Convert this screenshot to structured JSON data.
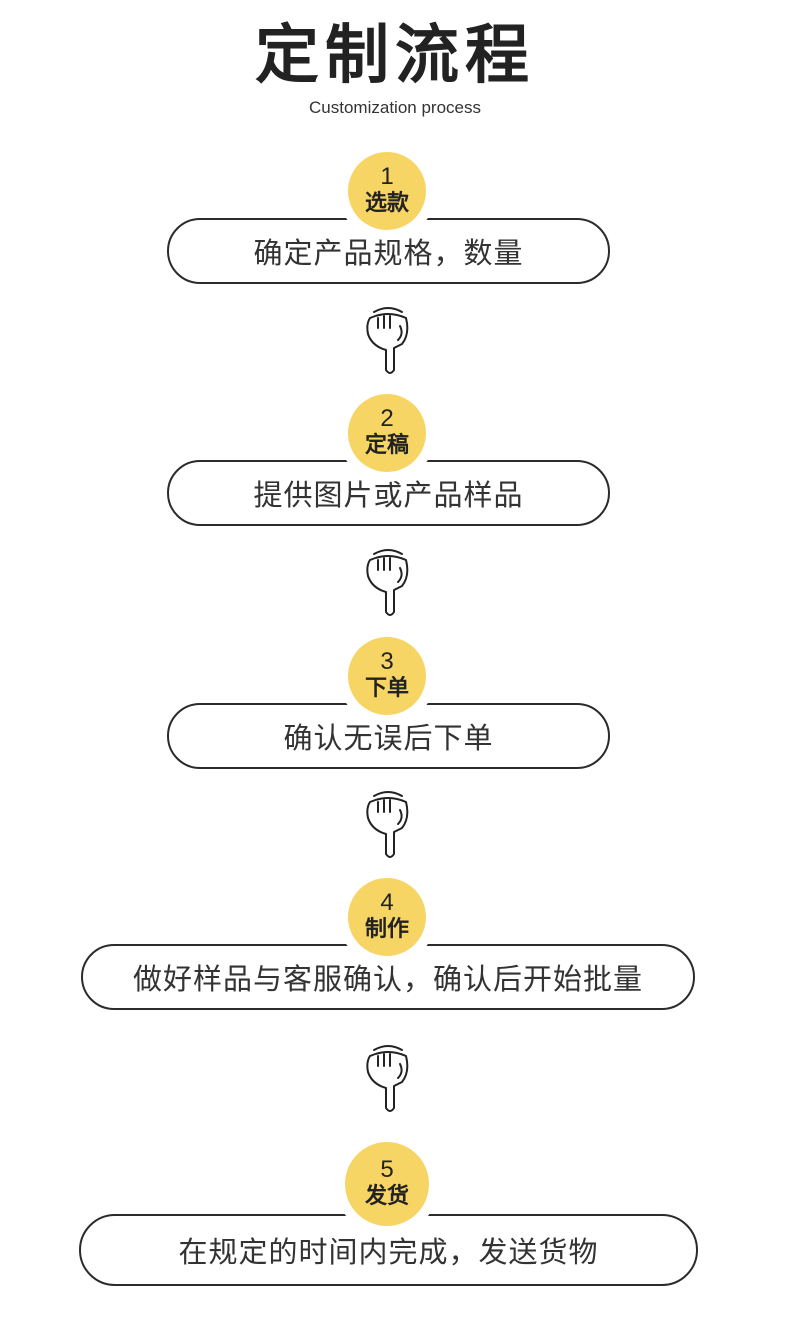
{
  "header": {
    "title": "定制流程",
    "subtitle": "Customization process"
  },
  "steps": [
    {
      "number": "1",
      "label": "选款",
      "description": "确定产品规格，数量"
    },
    {
      "number": "2",
      "label": "定稿",
      "description": "提供图片或产品样品"
    },
    {
      "number": "3",
      "label": "下单",
      "description": "确认无误后下单"
    },
    {
      "number": "4",
      "label": "制作",
      "description": "做好样品与客服确认，确认后开始批量"
    },
    {
      "number": "5",
      "label": "发货",
      "description": "在规定的时间内完成，发送货物"
    }
  ],
  "colors": {
    "badge": "#f7d564",
    "outline": "#2b2b2b"
  },
  "icons": {
    "connector": "pointing-down-hand-icon"
  }
}
